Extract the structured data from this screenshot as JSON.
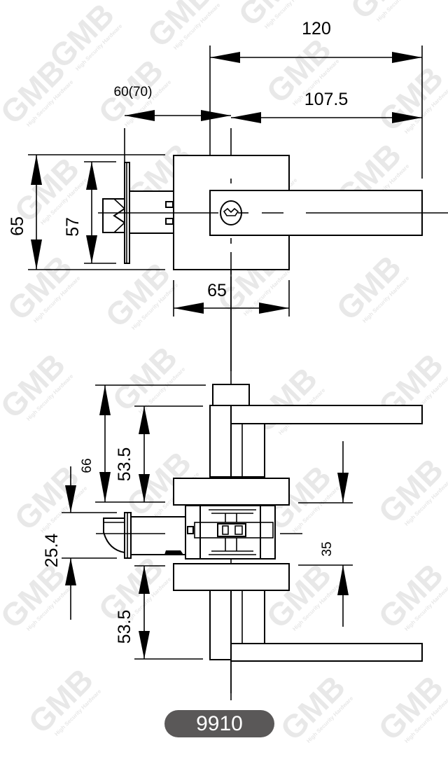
{
  "drawing": {
    "title": "Lever lock technical dimension drawing",
    "model_number": "9910",
    "watermark": {
      "brand": "GMB",
      "tagline": "High Security Hardware",
      "registered_mark": "®",
      "color": "#e6e6e6"
    },
    "badge_color": "#5a5858",
    "line_color": "#000000",
    "units": "mm"
  },
  "top_view": {
    "dimensions": {
      "overall_lever_length": "120",
      "lever_from_spindle": "107.5",
      "backset": "60(70)",
      "rose_height": "65",
      "latch_faceplate_height": "57",
      "rose_width": "65"
    }
  },
  "side_view": {
    "dimensions": {
      "lever_top_offset": "66",
      "lever_to_rose_top": "53.5",
      "latch_face_width": "25.4",
      "lever_to_rose_bottom": "53.5",
      "door_thickness_range": "35"
    }
  }
}
